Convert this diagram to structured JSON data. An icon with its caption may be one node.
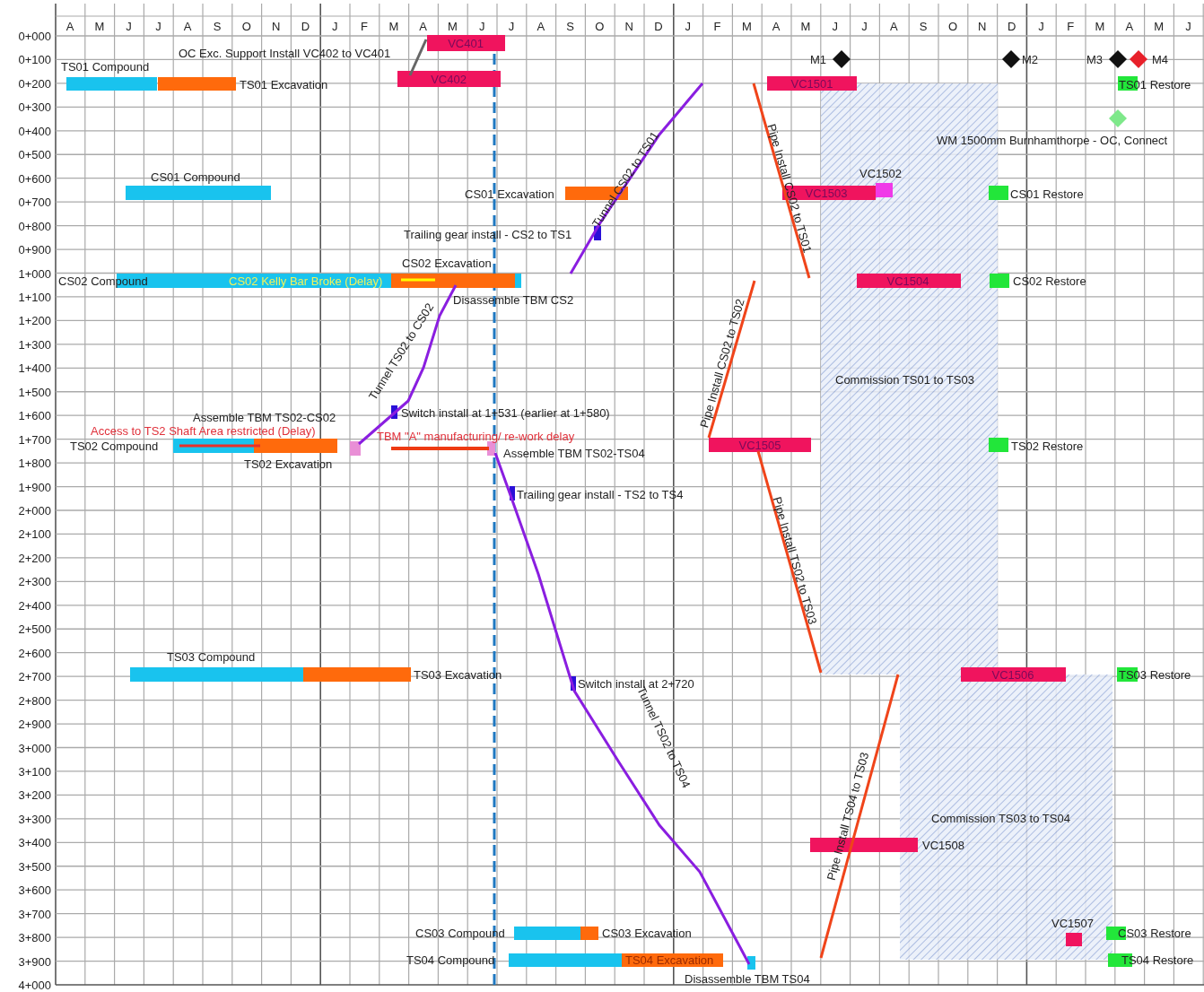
{
  "diagram": {
    "labels": [
      "A",
      "M",
      "J",
      "J",
      "A",
      "S",
      "O",
      "N",
      "D",
      "J",
      "F",
      "M",
      "A",
      "M",
      "J",
      "J",
      "A",
      "S",
      "O",
      "N",
      "D",
      "J",
      "F",
      "M",
      "A",
      "M",
      "J",
      "J",
      "A",
      "S",
      "O",
      "N",
      "D",
      "J",
      "F",
      "M",
      "A",
      "M",
      "J",
      "0+000",
      "0+100",
      "0+200",
      "0+300",
      "0+400",
      "0+500",
      "0+600",
      "0+700",
      "0+800",
      "0+900",
      "1+000",
      "1+100",
      "1+200",
      "1+300",
      "1+400",
      "1+500",
      "1+600",
      "1+700",
      "1+800",
      "1+900",
      "2+000",
      "2+100",
      "2+200",
      "2+300",
      "2+400",
      "2+500",
      "2+600",
      "2+700",
      "2+800",
      "2+900",
      "3+000",
      "3+100",
      "3+200",
      "3+300",
      "3+400",
      "3+500",
      "3+600",
      "3+700",
      "3+800",
      "3+900",
      "4+000",
      "VC401",
      "OC Exc. Support Install VC402 to VC401",
      "M1",
      "M2",
      "M3",
      "M4",
      "TS01 Compound",
      "VC402",
      "TS01 Excavation",
      "VC1501",
      "TS01 Restore",
      "Tunnel CS02 to TS01",
      "Pipe Install CS02 to TS01",
      "WM 1500mm Burnhamthorpe - OC, Connect",
      "VC1502",
      "CS01 Compound",
      "CS01 Excavation",
      "VC1503",
      "CS01 Restore",
      "Trailing gear install - CS2 to TS1",
      "CS02 Excavation",
      "CS02 Compound",
      "CS02 Kelly Bar Broke (Delay)",
      "VC1504",
      "CS02 Restore",
      "Disassemble TBM CS2",
      "Tunnel TS02 to CS02",
      "Pipe Install CS02 to TS02",
      "Commission TS01 to TS03",
      "Assemble TBM TS02-CS02",
      "Switch install at 1+531 (earlier at 1+580)",
      "Access to TS2 Shaft Area restricted (Delay)",
      "TBM \"A\" manufacturing/ re-work delay",
      "TS02 Compound",
      "VC1505",
      "TS02 Restore",
      "Assemble TBM TS02-TS04",
      "TS02 Excavation",
      "Trailing gear install - TS2 to TS4",
      "Pipe Install TS02 to TS03",
      "TS03 Compound",
      "TS03 Excavation",
      "VC1506",
      "TS03 Restore",
      "Switch install at 2+720",
      "Tunnel TS02 to TS04",
      "Pipe Install TS04 to TS03",
      "Commission TS03 to TS04",
      "VC1508",
      "VC1507",
      "CS03 Compound",
      "CS03 Excavation",
      "CS03 Restore",
      "TS04 Compound",
      "TS04 Excavation",
      "TS04 Restore",
      "Disassemble TBM TS04"
    ]
  }
}
